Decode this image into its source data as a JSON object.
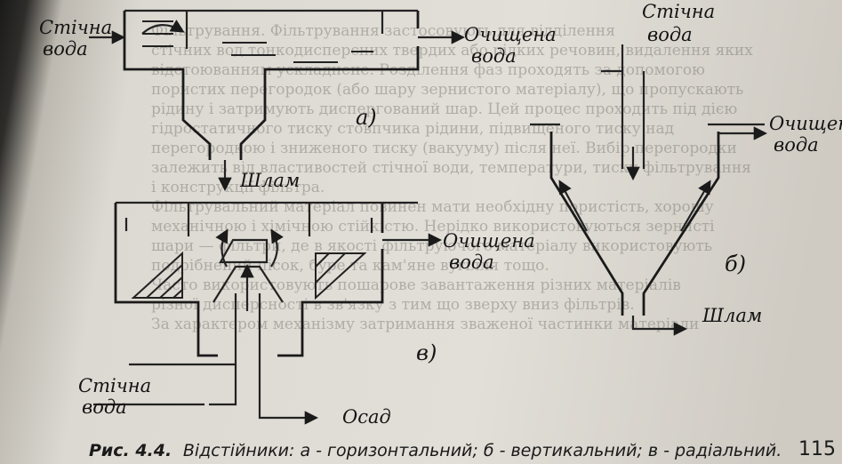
{
  "labels": {
    "raw_water": "Стічна вода",
    "raw_water_line1": "Стічна",
    "raw_water_line2": "вода",
    "clean_water_line1": "Очищена",
    "clean_water_line2": "вода",
    "sludge": "Шлам",
    "sediment": "Осад",
    "a": "а)",
    "b": "б)",
    "v": "в)"
  },
  "caption": {
    "fig": "Рис. 4.4.",
    "text": "Відстійники: а - горизонтальний; б - вертикальний; в - радіальний."
  },
  "page_number": "115",
  "background_text": [
    "Фільтрування. Фільтрування застосовують для відділення",
    "стічних вод тонкодисперсних твердих або рідких речовин, видалення яких",
    "відстоюванням ускладнене. Розділення фаз проходять за допомогою",
    "пористих перегородок (або шару зернистого матеріалу), що пропускають",
    "рідину і затримують диспергований шар. Цей процес проходить під дією",
    "гідростатичного тиску стовпчика рідини, підвищеного тиску над",
    "перегородкою і зниженого тиску (вакууму) після неї. Вибір перегородки",
    "залежить від властивостей стічної води, температури, тиску фільтрування",
    "і конструкції фільтра.",
    "Фільтрувальний матеріал повинен мати необхідну пористість, хорошу",
    "механічною і хімічною стійкістю. Нерідко використовуються зернисті",
    "шари — фільтри, де в якості фільтруючого матеріалу використовують",
    "подрібнений пісок, буре та кам'яне вугілля тощо.",
    "Часто використовують пошарове завантаження різних матеріалів",
    "різної дисперсності в зв'язку з тим що зверху вниз фільтрів.",
    "За характером механізму затримання зваженої частинки матеріали"
  ]
}
